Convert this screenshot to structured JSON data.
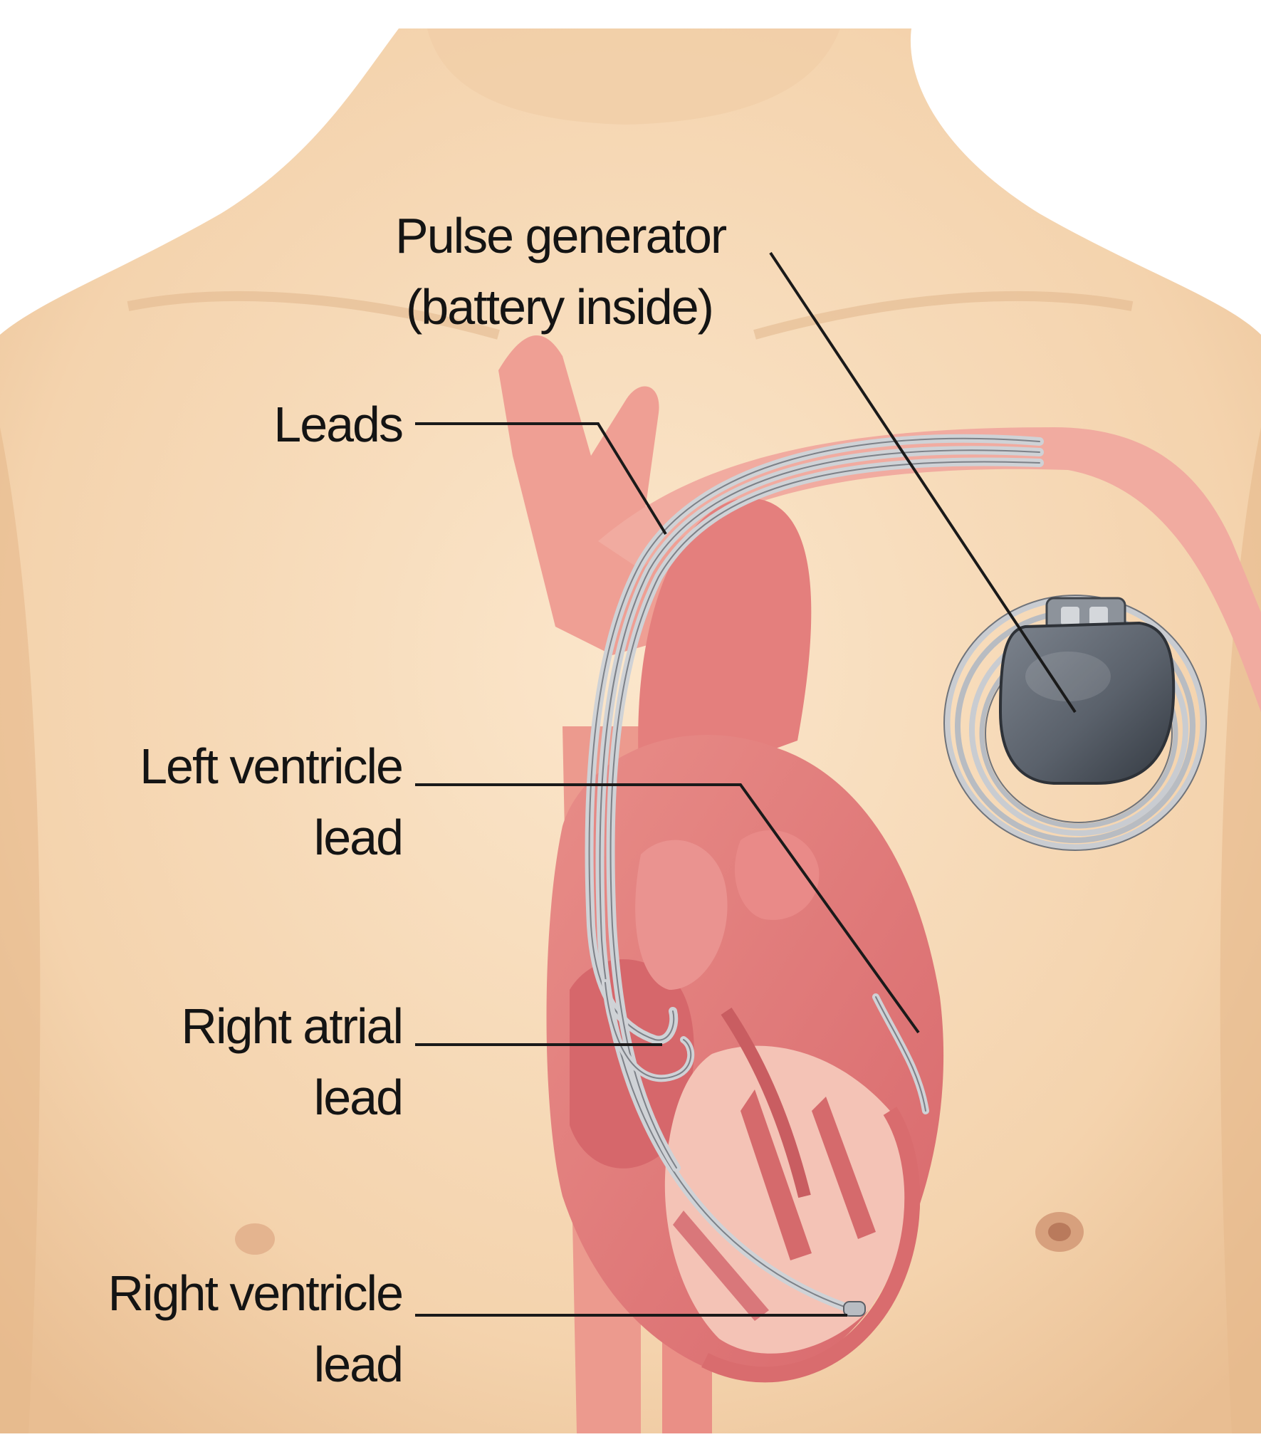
{
  "labels": {
    "pulse_generator_line1": "Pulse generator",
    "pulse_generator_line2": "(battery inside)",
    "leads": "Leads",
    "left_ventricle_line1": "Left ventricle",
    "left_ventricle_line2": "lead",
    "right_atrial_line1": "Right atrial",
    "right_atrial_line2": "lead",
    "right_ventricle_line1": "Right ventricle",
    "right_ventricle_line2": "lead"
  },
  "colors": {
    "skin": "#f6d9b8",
    "skin_shadow": "#e8bf95",
    "vessel": "#ec9e92",
    "heart": "#e07a78",
    "heart_dark": "#c85a5c",
    "heart_light": "#f4c0b4",
    "device": "#4d545e",
    "wire": "#8e9298",
    "text": "#141414"
  }
}
